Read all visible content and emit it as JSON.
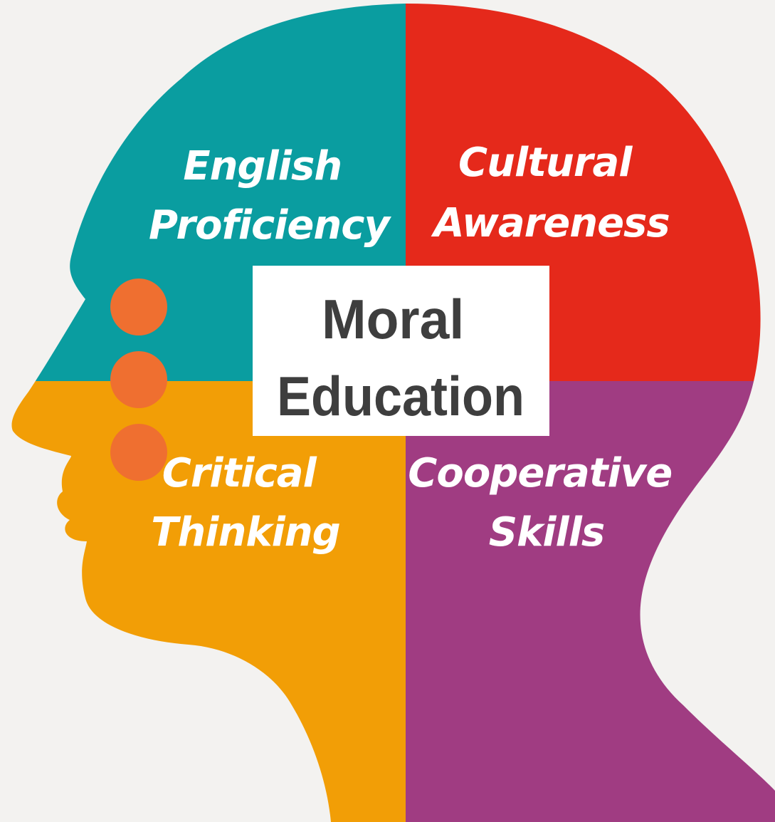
{
  "diagram": {
    "center": {
      "line1": "Moral",
      "line2": "Education"
    },
    "quadrants": [
      {
        "id": "top-left",
        "lines": [
          "English",
          "Proficiency"
        ],
        "color": "#0a9da0"
      },
      {
        "id": "top-right",
        "lines": [
          "Cultural",
          "Awareness"
        ],
        "color": "#e5291b"
      },
      {
        "id": "bottom-left",
        "lines": [
          "Critical",
          "Thinking"
        ],
        "color": "#f29e06"
      },
      {
        "id": "bottom-right",
        "lines": [
          "Cooperative",
          "Skills"
        ],
        "color": "#a03c82"
      }
    ],
    "dot_color": "#ef6f30",
    "dot_count": 3,
    "background": "#f3f2f0",
    "center_box_color": "#ffffff",
    "center_text_color": "#3e3e3e"
  }
}
